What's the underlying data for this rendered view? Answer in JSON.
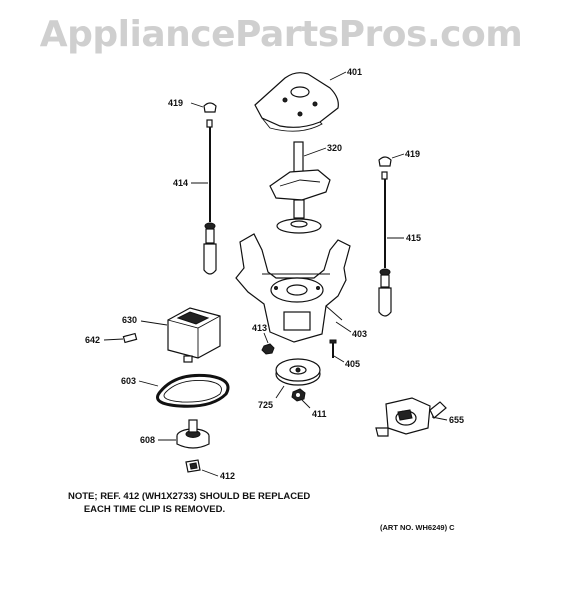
{
  "watermark": "AppliancePartsPros.com",
  "parts": [
    {
      "id": "401"
    },
    {
      "id": "419"
    },
    {
      "id": "320"
    },
    {
      "id": "419b",
      "label": "419"
    },
    {
      "id": "414"
    },
    {
      "id": "415"
    },
    {
      "id": "630"
    },
    {
      "id": "413"
    },
    {
      "id": "642"
    },
    {
      "id": "403"
    },
    {
      "id": "405"
    },
    {
      "id": "603"
    },
    {
      "id": "725"
    },
    {
      "id": "411"
    },
    {
      "id": "655"
    },
    {
      "id": "608"
    },
    {
      "id": "412"
    }
  ],
  "labels": {
    "p401": "401",
    "p419a": "419",
    "p320": "320",
    "p419b": "419",
    "p414": "414",
    "p415": "415",
    "p630": "630",
    "p413": "413",
    "p642": "642",
    "p403": "403",
    "p405": "405",
    "p603": "603",
    "p725": "725",
    "p411": "411",
    "p655": "655",
    "p608": "608",
    "p412": "412"
  },
  "note": {
    "line1": "NOTE; REF. 412 (WH1X2733) SHOULD BE REPLACED",
    "line2": "      EACH TIME CLIP IS REMOVED."
  },
  "art_no": "(ART NO. WH6249) C"
}
